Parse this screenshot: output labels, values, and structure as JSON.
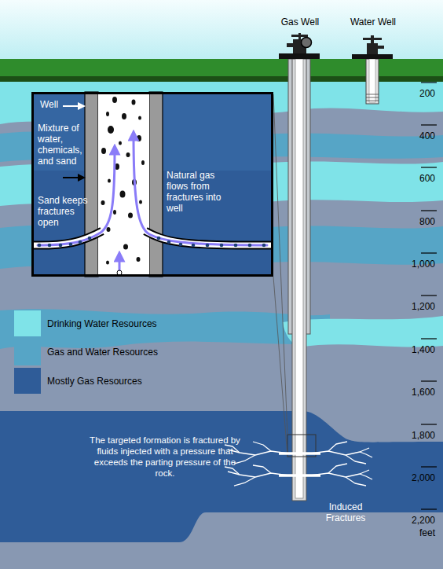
{
  "diagram": {
    "nodes": [
      {
        "text": [
          "Well",
          "Mixture of water, chemicals, and sand",
          "Natural gas flows from fractures into well",
          "Sand keeps fractures open"
        ]
      }
    ],
    "labels": [
      "Gas Well",
      "Water Well",
      "200",
      "400",
      "600",
      "800",
      "1,000",
      "1,200",
      "1,400",
      "1,600",
      "1,800",
      "2,000",
      "2,200",
      "feet",
      "The targeted formation is fractured by fluids injected with a pressure that exceeds the parting pressure of the rock.",
      "Induced Fractures"
    ],
    "legend": [
      {
        "text": "Drinking Water Resources",
        "color": "#7fe3e8"
      },
      {
        "text": "Gas and Water Resources",
        "color": "#56a5c6"
      },
      {
        "text": "Mostly Gas Resources",
        "color": "#2f5c98"
      }
    ]
  }
}
